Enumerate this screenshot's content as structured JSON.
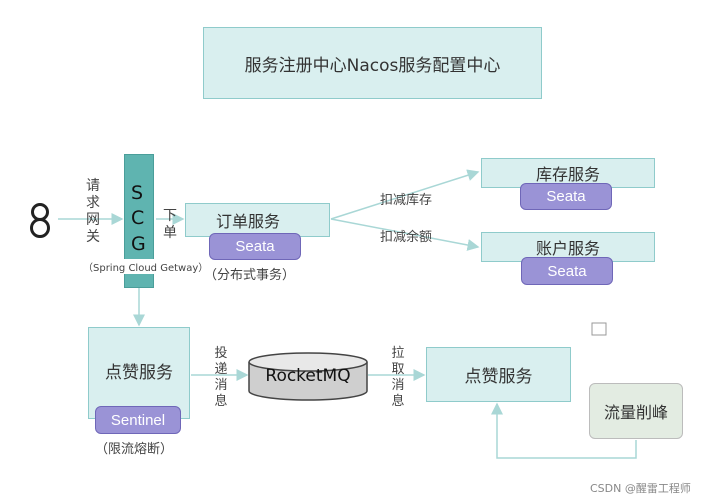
{
  "header": {
    "title": "服务注册中心Nacos服务配置中心"
  },
  "client_icon": "figure-eight-user-icon",
  "gateway": {
    "letters": [
      "S",
      "C",
      "G"
    ],
    "subtitle": "（Spring Cloud Getway）",
    "request_label": "请求网关",
    "order_label": "下单"
  },
  "order_service": {
    "label": "订单服务",
    "badge": "Seata",
    "note": "（分布式事务）"
  },
  "edges": {
    "deduct_stock": "扣减库存",
    "deduct_balance": "扣减余额",
    "send_msg": "投递消息",
    "pull_msg": "拉取消息"
  },
  "inventory_service": {
    "label": "库存服务",
    "badge": "Seata"
  },
  "account_service": {
    "label": "账户服务",
    "badge": "Seata"
  },
  "like_service_left": {
    "label": "点赞服务",
    "badge": "Sentinel",
    "note": "（限流熔断）"
  },
  "mq": {
    "label": "RocketMQ"
  },
  "like_service_right": {
    "label": "点赞服务"
  },
  "peak_shaving": {
    "label": "流量削峰"
  },
  "watermark": "CSDN @醒雷工程师",
  "colors": {
    "box_fill": "#d9efef",
    "box_border": "#8fcbcb",
    "badge_fill": "#9a93d6",
    "gateway_fill": "#5fb4b0",
    "arrow": "#a9d7d6"
  }
}
